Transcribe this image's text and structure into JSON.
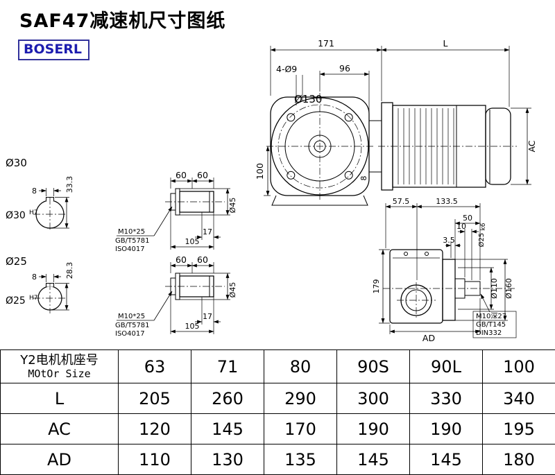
{
  "page": {
    "title": "SAF47减速机尺寸图纸",
    "brand": "BOSERL"
  },
  "front": {
    "dim_171": "171",
    "dim_l": "L",
    "dim_96": "96",
    "holes": "4-Ø9",
    "dia_130": "Ø130",
    "dim_100": "100",
    "dim_8": "8",
    "dim_ac": "AC"
  },
  "bore1": {
    "dia": "Ø30",
    "dia_h7": "Ø30",
    "tol": "H7",
    "key_w": "8",
    "key_h": "33.3"
  },
  "bore2": {
    "dia": "Ø25",
    "dia_h7": "Ø25",
    "tol": "H7",
    "key_w": "8",
    "key_h": "28.3"
  },
  "detail1": {
    "dim_60a": "60",
    "dim_60b": "60",
    "dim_17": "17",
    "dim_105": "105",
    "dia_45": "Ø45",
    "bolt": "M10*25",
    "std1": "GB/T5781",
    "std2": "ISO4017"
  },
  "detail2": {
    "dim_60a": "60",
    "dim_60b": "60",
    "dim_17": "17",
    "dim_105": "105",
    "dia_45": "Ø45",
    "bolt": "M10*25",
    "std1": "GB/T5781",
    "std2": "ISO4017"
  },
  "side": {
    "dim_57_5": "57.5",
    "dim_133_5": "133.5",
    "dim_50": "50",
    "dim_10": "10",
    "dim_3_5": "3.5",
    "shaft_dia": "Ø25",
    "shaft_tol": "k6",
    "dia_110": "Ø110",
    "dia_160": "Ø160",
    "dim_179": "179",
    "dim_ad": "AD",
    "tap": "M10深27",
    "tap_std1": "GB/T145",
    "tap_std2": "DIN332"
  },
  "table": {
    "header_cn": "Y2电机机座号",
    "header_en": "MOtOr Size",
    "sizes": [
      "63",
      "71",
      "80",
      "90S",
      "90L",
      "100"
    ],
    "rows": [
      {
        "label": "L",
        "values": [
          "205",
          "260",
          "290",
          "300",
          "330",
          "340"
        ]
      },
      {
        "label": "AC",
        "values": [
          "120",
          "145",
          "170",
          "190",
          "190",
          "195"
        ]
      },
      {
        "label": "AD",
        "values": [
          "110",
          "130",
          "135",
          "145",
          "145",
          "180"
        ]
      }
    ]
  }
}
